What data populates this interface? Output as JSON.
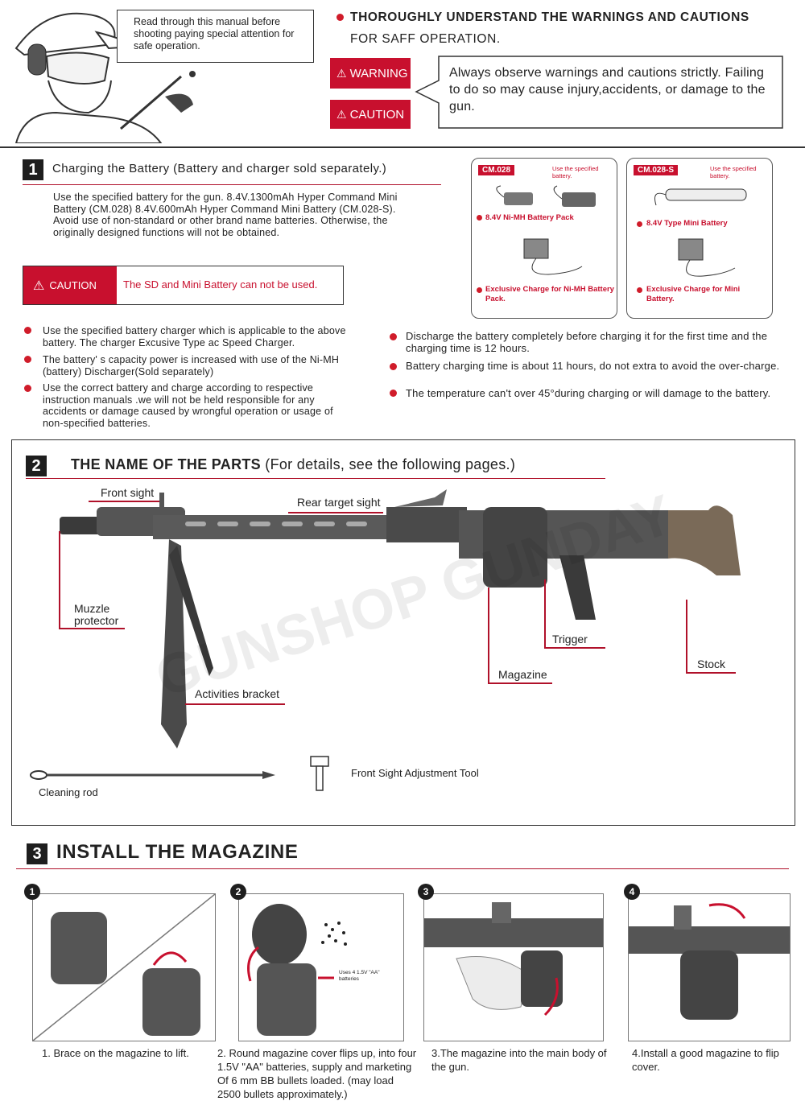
{
  "header": {
    "note": "Read through this manual before shooting paying special attention for safe operation.",
    "headline_line1": "THOROUGHLY UNDERSTAND THE WARNINGS AND CAUTIONS",
    "headline_line2": "FOR SAFF OPERATION.",
    "warning_label": "WARNING",
    "caution_label": "CAUTION",
    "warning_text": "Always observe warnings and cautions strictly. Failing to do so may cause injury,accidents, or damage to the gun."
  },
  "section1": {
    "number": "1",
    "title": "Charging the Battery (Battery and charger sold separately.)",
    "intro": "Use the specified battery for the gun. 8.4V.1300mAh Hyper Command Mini Battery (CM.028) 8.4V.600mAh Hyper Command Mini Battery (CM.028-S). Avoid use of non-standard or other brand name batteries. Otherwise, the originally designed functions will not be obtained.",
    "caution_label": "CAUTION",
    "caution_text": "The SD and Mini Battery can not be used.",
    "left_bullets": [
      "Use the specified battery charger which is applicable to the above battery. The charger Excusive Type ac Speed Charger.",
      "The battery' s capacity power is increased with use of the Ni-MH (battery) Discharger(Sold separately)",
      "Use the correct battery and charge according to respective instruction manuals .we will not be held responsible for any accidents or damage caused by wrongful operation or usage of non-specified batteries."
    ],
    "right_bullets": [
      "Discharge the battery completely before charging it for the first time and the charging time is 12 hours.",
      "Battery charging time is about 11 hours, do not extra to avoid the over-charge.",
      "The temperature can't over 45°during charging or will damage to the battery."
    ],
    "box_a": {
      "code": "CM.028",
      "note": "Use the specified battery.",
      "battery": "8.4V Ni-MH Battery Pack",
      "charger": "Exclusive Charge for Ni-MH Battery Pack."
    },
    "box_b": {
      "code": "CM.028-S",
      "note": "Use the specified battery.",
      "battery": "8.4V Type Mini Battery",
      "charger": "Exclusive Charge for Mini Battery."
    }
  },
  "section2": {
    "number": "2",
    "title": "THE NAME OF THE PARTS",
    "subtitle": "(For details, see the following pages.)",
    "parts": {
      "front_sight": "Front sight",
      "rear_target_sight": "Rear target sight",
      "muzzle_protector": "Muzzle protector",
      "activities_bracket": "Activities bracket",
      "trigger": "Trigger",
      "magazine": "Magazine",
      "stock": "Stock",
      "cleaning_rod": "Cleaning rod",
      "front_sight_tool": "Front Sight Adjustment Tool"
    }
  },
  "section3": {
    "number": "3",
    "title": "INSTALL THE MAGAZINE",
    "steps": [
      {
        "num": "1",
        "caption": "1. Brace on the magazine to lift."
      },
      {
        "num": "2",
        "caption": "2. Round magazine cover flips up, into four 1.5V \"AA\" batteries, supply and marketing Of 6 mm BB bullets loaded. (may load 2500 bullets approximately.)",
        "inset": "Uses 4 1.5V \"AA\" batteries"
      },
      {
        "num": "3",
        "caption": "3.The magazine into the main body of the gun."
      },
      {
        "num": "4",
        "caption": "4.Install a good magazine to flip cover."
      }
    ]
  },
  "watermark": "GUNSHOP GUNDAY"
}
